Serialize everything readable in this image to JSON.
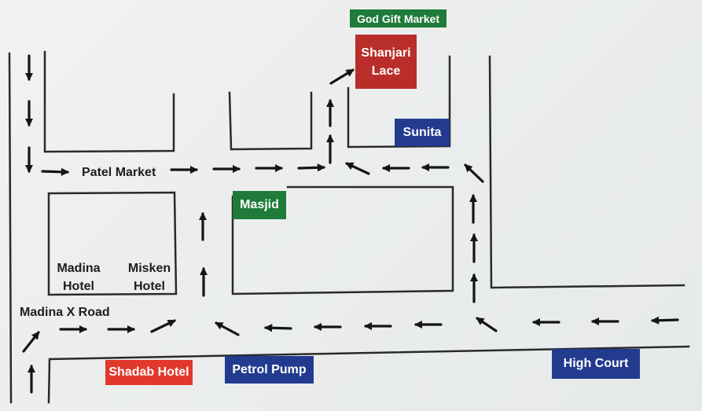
{
  "colors": {
    "road_line": "#2a2a2a",
    "arrow": "#151515",
    "green": "#1e7b3a",
    "red": "#b92e2a",
    "red_bright": "#e2382c",
    "blue": "#223b8f"
  },
  "labels": {
    "patel_market": "Patel Market",
    "madina_x_road": "Madina X Road",
    "madina_hotel_line1": "Madina",
    "madina_hotel_line2": "Hotel",
    "misken_hotel_line1": "Misken",
    "misken_hotel_line2": "Hotel"
  },
  "badges": {
    "god_gift_market": "God Gift Market",
    "shanjari_lace_line1": "Shanjari",
    "shanjari_lace_line2": "Lace",
    "sunita": "Sunita",
    "masjid": "Masjid",
    "shadab_hotel": "Shadab Hotel",
    "petrol_pump": "Petrol Pump",
    "high_court": "High Court"
  },
  "arrow_icons": "arrow-icon"
}
